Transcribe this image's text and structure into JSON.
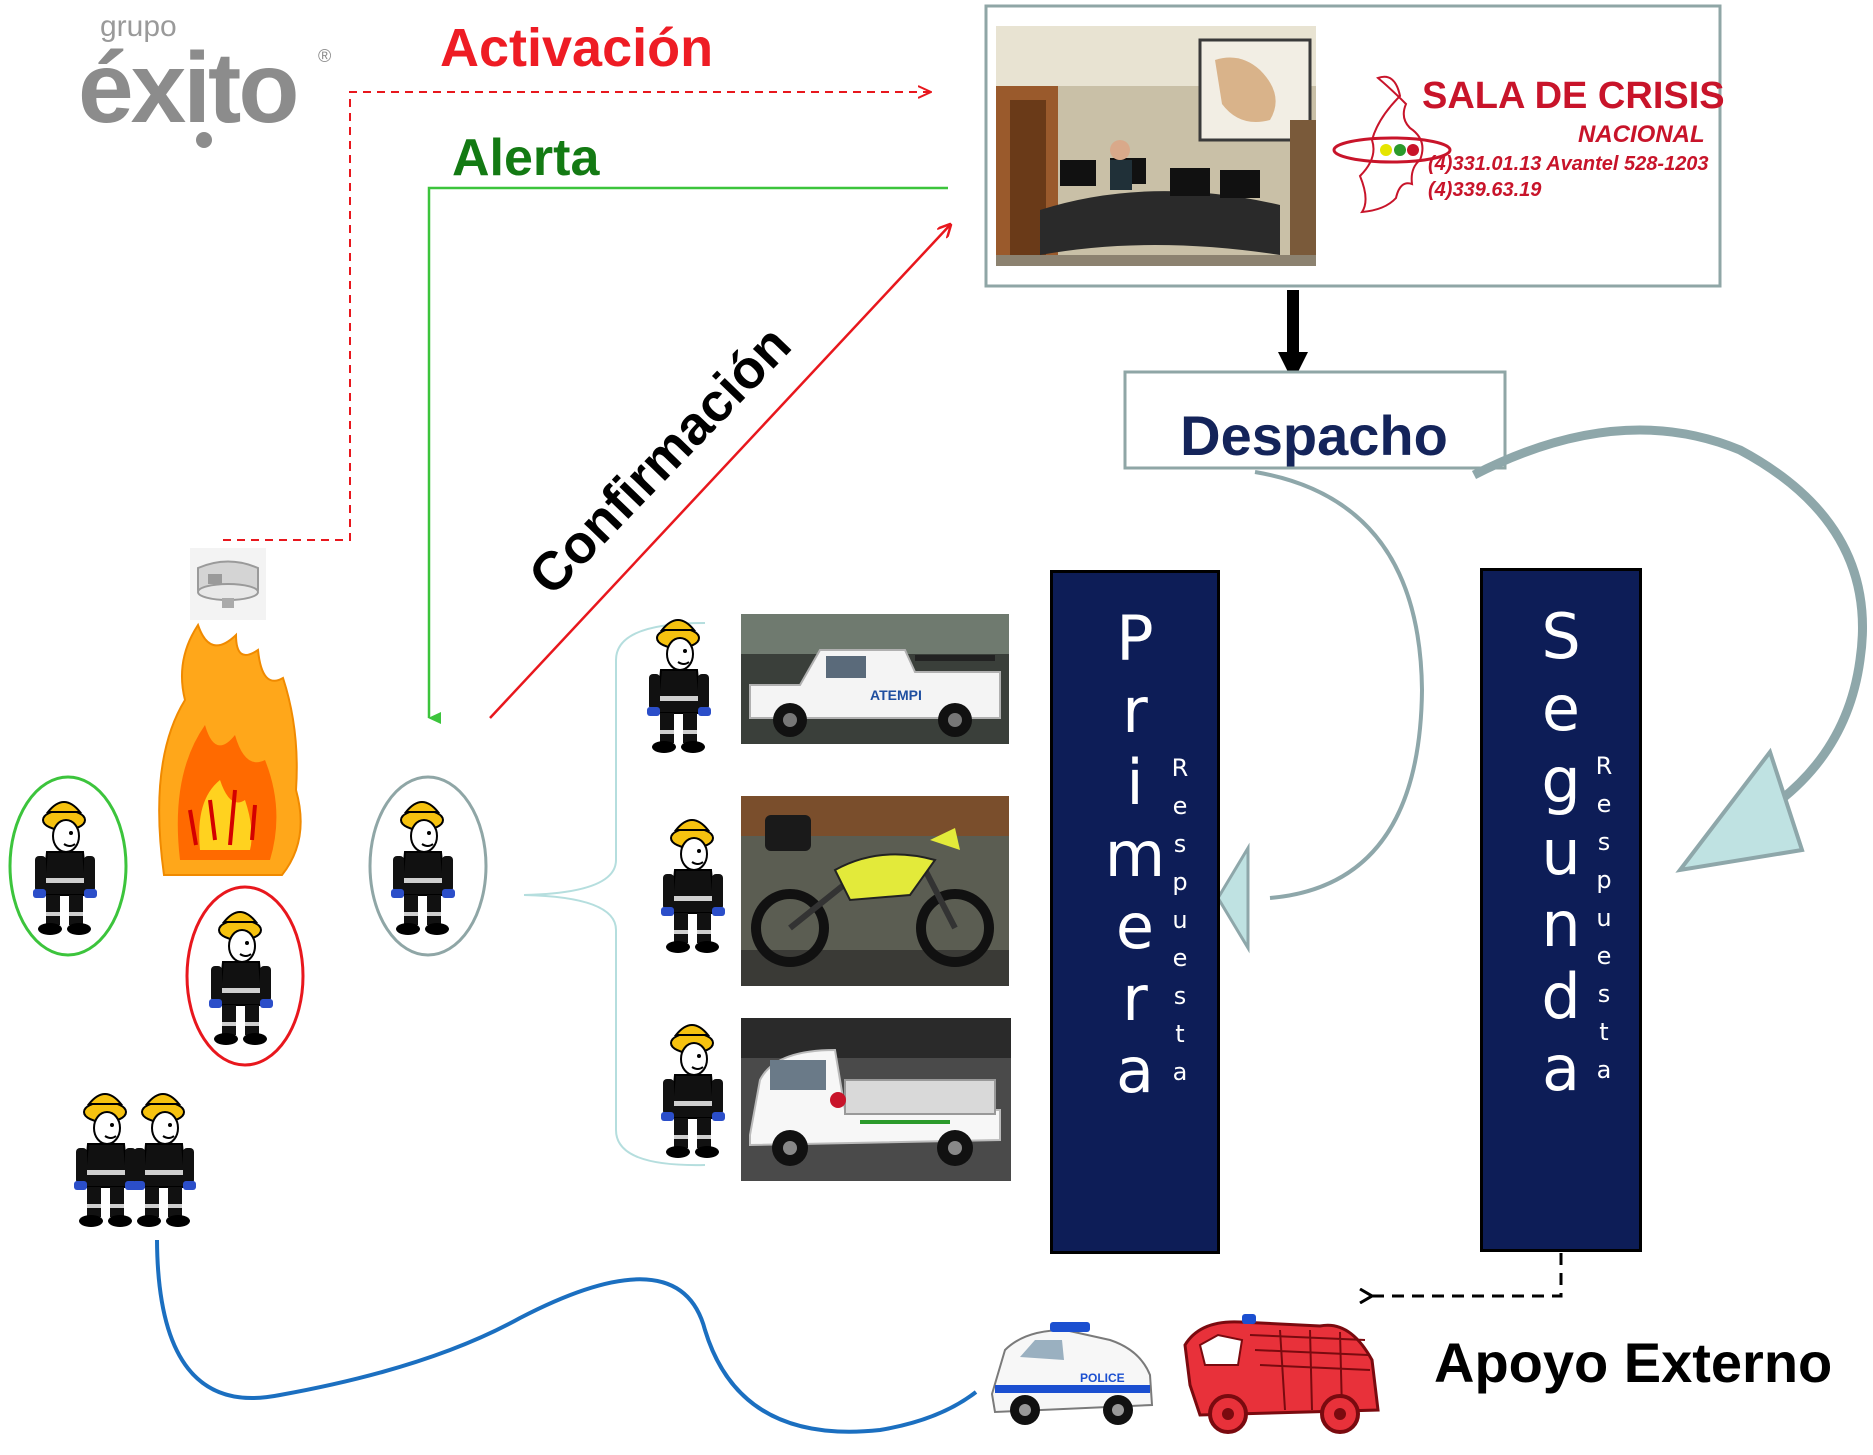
{
  "logo": {
    "small": "grupo",
    "brand": "éxito",
    "mark": "®"
  },
  "flow": {
    "activation": "Activación",
    "alert": "Alerta",
    "confirmation": "Confirmación"
  },
  "crisis_room": {
    "title": "SALA DE CRISIS",
    "subtitle": "NACIONAL",
    "phone1": "(4)331.01.13 Avantel 528-1203",
    "phone2": "(4)339.63.19"
  },
  "dispatch": {
    "label": "Despacho"
  },
  "first_response": {
    "main": "Primera",
    "sub": "Respuesta"
  },
  "second_response": {
    "main": "Segunda",
    "sub": "Respuesta"
  },
  "external_support": {
    "label": "Apoyo Externo"
  },
  "vehicles": [
    {
      "name": "pickup-truck",
      "logo_text": "ATEMPI"
    },
    {
      "name": "motorcycle"
    },
    {
      "name": "utility-truck"
    }
  ],
  "colors": {
    "activation": "#ee1c24",
    "alert": "#137a13",
    "alert_line": "#3cc43c",
    "confirmation_line": "#e8171d",
    "dispatch_text": "#14245a",
    "response_bar": "#0d1d57",
    "flow_arrow": "#8ea7aa",
    "arrow_fill": "#bfe2e2",
    "external_line": "#1b6fc0",
    "crisis_red": "#c8142a"
  }
}
